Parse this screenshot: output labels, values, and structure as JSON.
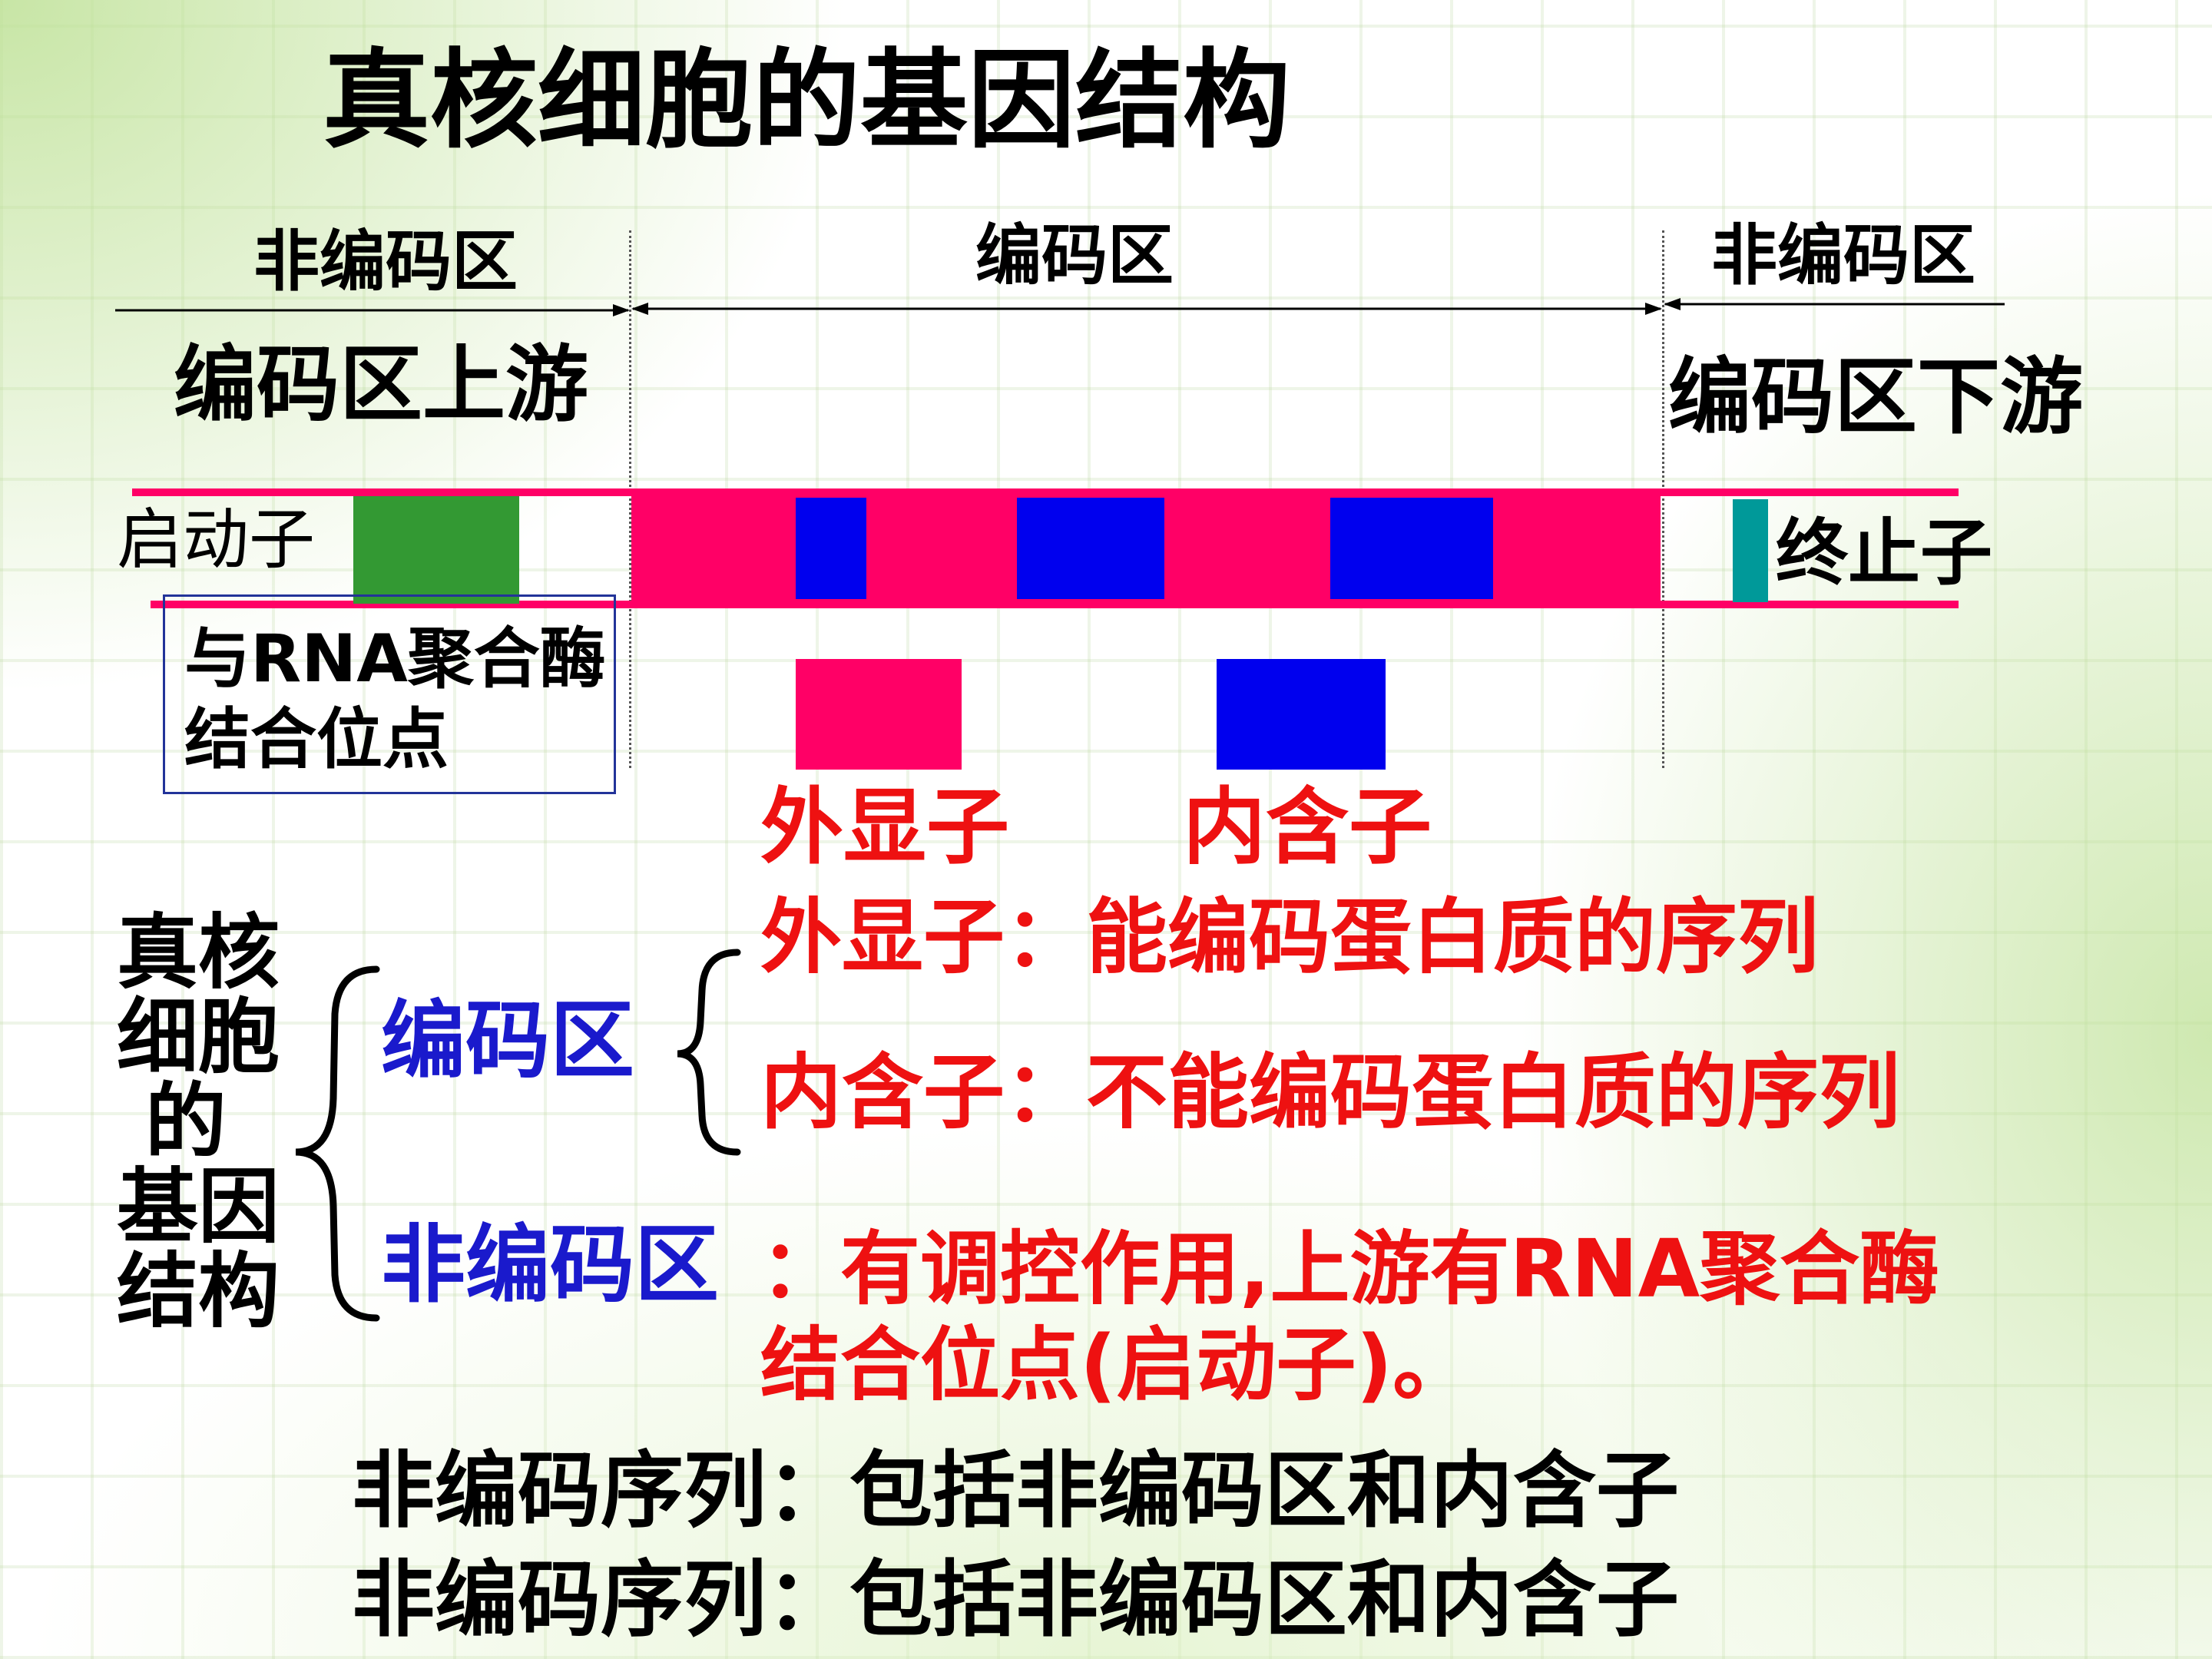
{
  "title": "真核细胞的基因结构",
  "regions": {
    "left": "非编码区",
    "middle": "编码区",
    "right": "非编码区"
  },
  "upstream": "编码区上游",
  "downstream": "编码区下游",
  "promoter": "启动子",
  "terminator": "终止子",
  "binding_site": "与RNA聚合酶\n结合位点",
  "legend": {
    "exon": "外显子",
    "intron": "内含子"
  },
  "summary": {
    "root": "真核\n细胞\n 的\n基因\n结构",
    "coding_label": "编码区",
    "exon_def": "外显子：能编码蛋白质的序列",
    "intron_def": "内含子：不能编码蛋白质的序列",
    "noncoding_label": "非编码区",
    "noncoding_def": "：有调控作用,上游有RNA聚合酶\n结合位点(启动子)。"
  },
  "footer": [
    "非编码序列：包括非编码区和内含子",
    "非编码序列：包括非编码区和内含子"
  ],
  "colors": {
    "exon": "#ff0066",
    "intron": "#0000ee",
    "promoter": "#339933",
    "terminator": "#009999",
    "text_red": "#ee1111",
    "text_blue": "#1a1acc"
  }
}
